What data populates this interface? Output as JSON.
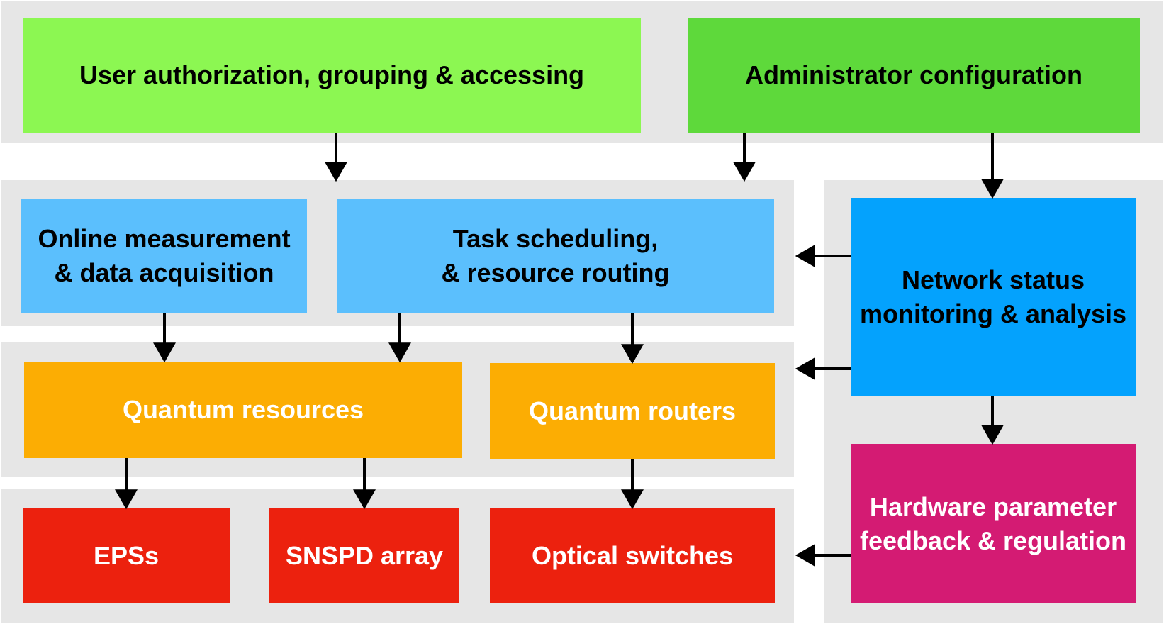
{
  "nodes": {
    "user_auth": {
      "label": "User authorization, grouping & accessing",
      "color": "#8cf752"
    },
    "admin_config": {
      "label": "Administrator configuration",
      "color": "#5ed93b"
    },
    "online_measurement": {
      "label": "Online measurement\n& data acquisition",
      "color": "#5bbffd"
    },
    "task_scheduling": {
      "label": "Task scheduling,\n& resource routing",
      "color": "#5bbffd"
    },
    "network_status": {
      "label": "Network status\nmonitoring & analysis",
      "color": "#04a2fd"
    },
    "quantum_resources": {
      "label": "Quantum resources",
      "color": "#fcad03"
    },
    "quantum_routers": {
      "label": "Quantum routers",
      "color": "#fcad03"
    },
    "hardware_feedback": {
      "label": "Hardware parameter\nfeedback & regulation",
      "color": "#d41b73"
    },
    "eps": {
      "label": "EPSs",
      "color": "#ec210e"
    },
    "snspd": {
      "label": "SNSPD array",
      "color": "#ec210e"
    },
    "optical_switches": {
      "label": "Optical switches",
      "color": "#ec210e"
    }
  },
  "edges": [
    {
      "from": "user_auth",
      "to": "task_scheduling"
    },
    {
      "from": "admin_config",
      "to": "task_scheduling"
    },
    {
      "from": "admin_config",
      "to": "network_status"
    },
    {
      "from": "network_status",
      "to": "task_scheduling"
    },
    {
      "from": "network_status",
      "to": "quantum_routers"
    },
    {
      "from": "network_status",
      "to": "hardware_feedback"
    },
    {
      "from": "online_measurement",
      "to": "quantum_resources"
    },
    {
      "from": "task_scheduling",
      "to": "quantum_resources"
    },
    {
      "from": "task_scheduling",
      "to": "quantum_routers"
    },
    {
      "from": "quantum_resources",
      "to": "eps"
    },
    {
      "from": "quantum_resources",
      "to": "snspd"
    },
    {
      "from": "quantum_routers",
      "to": "optical_switches"
    },
    {
      "from": "hardware_feedback",
      "to": "optical_switches"
    }
  ],
  "colors": {
    "band_background": "#e6e6e6",
    "arrow": "#000000"
  }
}
